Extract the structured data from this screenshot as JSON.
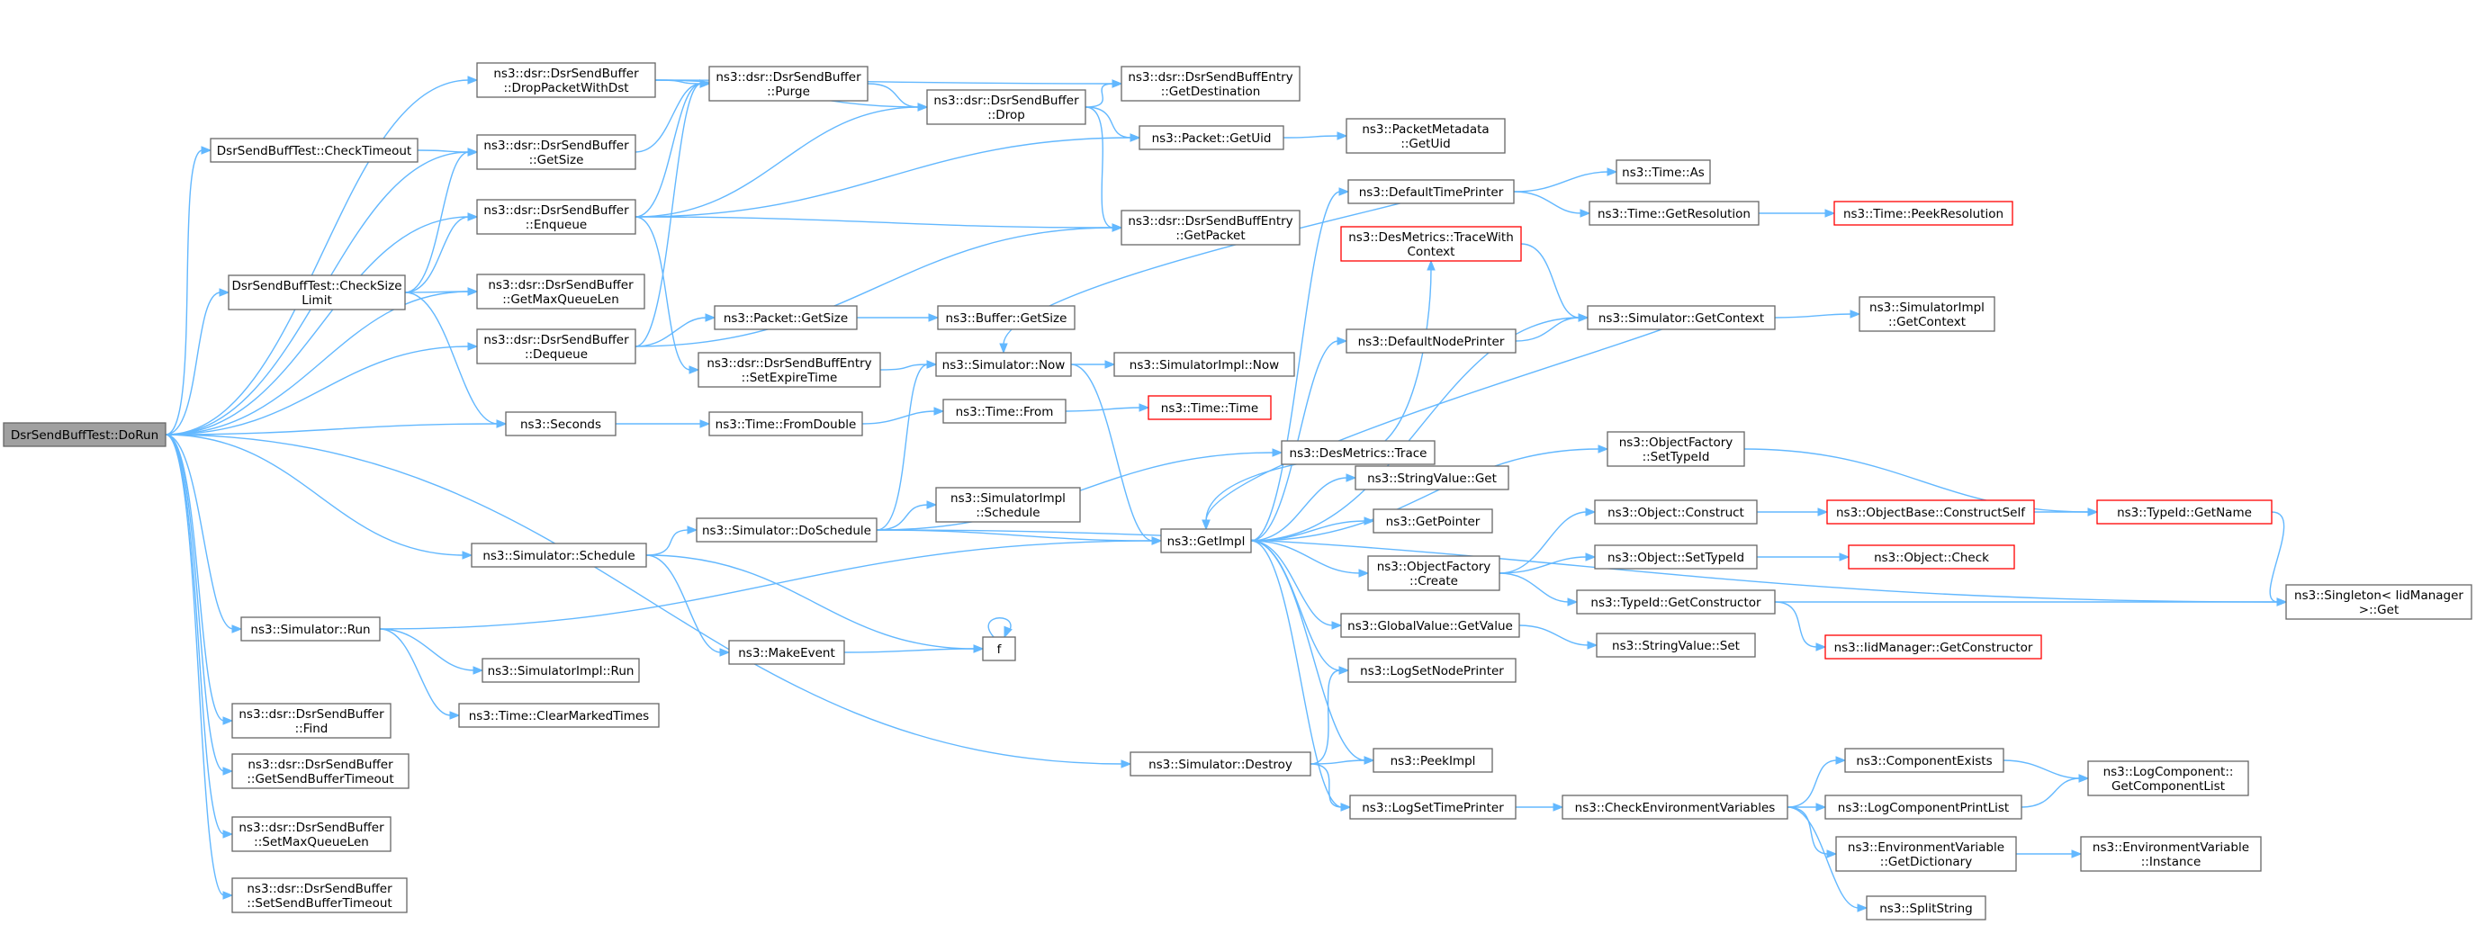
{
  "graph": {
    "nodes": [
      {
        "id": "root",
        "lines": [
          "DsrSendBuffTest::DoRun"
        ],
        "root": true
      },
      {
        "id": "dropPacketWithDst",
        "lines": [
          "ns3::dsr::DsrSendBuffer",
          "::DropPacketWithDst"
        ]
      },
      {
        "id": "checkTimeout",
        "lines": [
          "DsrSendBuffTest::CheckTimeout"
        ]
      },
      {
        "id": "getSize",
        "lines": [
          "ns3::dsr::DsrSendBuffer",
          "::GetSize"
        ]
      },
      {
        "id": "enqueue",
        "lines": [
          "ns3::dsr::DsrSendBuffer",
          "::Enqueue"
        ]
      },
      {
        "id": "checkSizeLimit",
        "lines": [
          "DsrSendBuffTest::CheckSize",
          "Limit"
        ]
      },
      {
        "id": "getMaxQueueLen",
        "lines": [
          "ns3::dsr::DsrSendBuffer",
          "::GetMaxQueueLen"
        ]
      },
      {
        "id": "dequeue",
        "lines": [
          "ns3::dsr::DsrSendBuffer",
          "::Dequeue"
        ]
      },
      {
        "id": "seconds",
        "lines": [
          "ns3::Seconds"
        ]
      },
      {
        "id": "schedule",
        "lines": [
          "ns3::Simulator::Schedule"
        ]
      },
      {
        "id": "run",
        "lines": [
          "ns3::Simulator::Run"
        ]
      },
      {
        "id": "find",
        "lines": [
          "ns3::dsr::DsrSendBuffer",
          "::Find"
        ]
      },
      {
        "id": "getSendBufferTimeout",
        "lines": [
          "ns3::dsr::DsrSendBuffer",
          "::GetSendBufferTimeout"
        ]
      },
      {
        "id": "setMaxQueueLen",
        "lines": [
          "ns3::dsr::DsrSendBuffer",
          "::SetMaxQueueLen"
        ]
      },
      {
        "id": "setSendBufferTimeout",
        "lines": [
          "ns3::dsr::DsrSendBuffer",
          "::SetSendBufferTimeout"
        ]
      },
      {
        "id": "purge",
        "lines": [
          "ns3::dsr::DsrSendBuffer",
          "::Purge"
        ]
      },
      {
        "id": "packetGetSize",
        "lines": [
          "ns3::Packet::GetSize"
        ]
      },
      {
        "id": "setExpireTime",
        "lines": [
          "ns3::dsr::DsrSendBuffEntry",
          "::SetExpireTime"
        ]
      },
      {
        "id": "timeFromDouble",
        "lines": [
          "ns3::Time::FromDouble"
        ]
      },
      {
        "id": "doSchedule",
        "lines": [
          "ns3::Simulator::DoSchedule"
        ]
      },
      {
        "id": "makeEvent",
        "lines": [
          "ns3::MakeEvent"
        ]
      },
      {
        "id": "simImplRun",
        "lines": [
          "ns3::SimulatorImpl::Run"
        ]
      },
      {
        "id": "clearMarkedTimes",
        "lines": [
          "ns3::Time::ClearMarkedTimes"
        ]
      },
      {
        "id": "destroy",
        "lines": [
          "ns3::Simulator::Destroy"
        ]
      },
      {
        "id": "drop",
        "lines": [
          "ns3::dsr::DsrSendBuffer",
          "::Drop"
        ]
      },
      {
        "id": "bufferGetSize",
        "lines": [
          "ns3::Buffer::GetSize"
        ]
      },
      {
        "id": "simNow",
        "lines": [
          "ns3::Simulator::Now"
        ]
      },
      {
        "id": "timeFrom",
        "lines": [
          "ns3::Time::From"
        ]
      },
      {
        "id": "simImplSchedule",
        "lines": [
          "ns3::SimulatorImpl",
          "::Schedule"
        ]
      },
      {
        "id": "f",
        "lines": [
          "f"
        ]
      },
      {
        "id": "getDestination",
        "lines": [
          "ns3::dsr::DsrSendBuffEntry",
          "::GetDestination"
        ]
      },
      {
        "id": "getUid",
        "lines": [
          "ns3::Packet::GetUid"
        ]
      },
      {
        "id": "getPacket",
        "lines": [
          "ns3::dsr::DsrSendBuffEntry",
          "::GetPacket"
        ]
      },
      {
        "id": "simImplNow",
        "lines": [
          "ns3::SimulatorImpl::Now"
        ]
      },
      {
        "id": "timeTime",
        "lines": [
          "ns3::Time::Time"
        ],
        "truncated": true
      },
      {
        "id": "getImpl",
        "lines": [
          "ns3::GetImpl"
        ]
      },
      {
        "id": "defaultTimePrinter",
        "lines": [
          "ns3::DefaultTimePrinter"
        ]
      },
      {
        "id": "traceWithContext",
        "lines": [
          "ns3::DesMetrics::TraceWith",
          "Context"
        ],
        "truncated": true
      },
      {
        "id": "defaultNodePrinter",
        "lines": [
          "ns3::DefaultNodePrinter"
        ]
      },
      {
        "id": "desTrace",
        "lines": [
          "ns3::DesMetrics::Trace"
        ]
      },
      {
        "id": "stringValueGet",
        "lines": [
          "ns3::StringValue::Get"
        ]
      },
      {
        "id": "getPointer",
        "lines": [
          "ns3::GetPointer"
        ]
      },
      {
        "id": "ofCreate",
        "lines": [
          "ns3::ObjectFactory",
          "::Create"
        ]
      },
      {
        "id": "gvGetValue",
        "lines": [
          "ns3::GlobalValue::GetValue"
        ]
      },
      {
        "id": "logSetNodePrinter",
        "lines": [
          "ns3::LogSetNodePrinter"
        ]
      },
      {
        "id": "peekImpl",
        "lines": [
          "ns3::PeekImpl"
        ]
      },
      {
        "id": "logSetTimePrinter",
        "lines": [
          "ns3::LogSetTimePrinter"
        ]
      },
      {
        "id": "metaGetUid",
        "lines": [
          "ns3::PacketMetadata",
          "::GetUid"
        ]
      },
      {
        "id": "timeAs",
        "lines": [
          "ns3::Time::As"
        ]
      },
      {
        "id": "timeGetResolution",
        "lines": [
          "ns3::Time::GetResolution"
        ]
      },
      {
        "id": "simGetContext",
        "lines": [
          "ns3::Simulator::GetContext"
        ]
      },
      {
        "id": "ofSetTypeId",
        "lines": [
          "ns3::ObjectFactory",
          "::SetTypeId"
        ]
      },
      {
        "id": "objConstruct",
        "lines": [
          "ns3::Object::Construct"
        ]
      },
      {
        "id": "objSetTypeId",
        "lines": [
          "ns3::Object::SetTypeId"
        ]
      },
      {
        "id": "typeIdGetConstructor",
        "lines": [
          "ns3::TypeId::GetConstructor"
        ]
      },
      {
        "id": "stringValueSet",
        "lines": [
          "ns3::StringValue::Set"
        ]
      },
      {
        "id": "checkEnvVars",
        "lines": [
          "ns3::CheckEnvironmentVariables"
        ]
      },
      {
        "id": "peekResolution",
        "lines": [
          "ns3::Time::PeekResolution"
        ],
        "truncated": true
      },
      {
        "id": "simImplGetContext",
        "lines": [
          "ns3::SimulatorImpl",
          "::GetContext"
        ]
      },
      {
        "id": "constructSelf",
        "lines": [
          "ns3::ObjectBase::ConstructSelf"
        ],
        "truncated": true
      },
      {
        "id": "objCheck",
        "lines": [
          "ns3::Object::Check"
        ],
        "truncated": true
      },
      {
        "id": "iidGetConstructor",
        "lines": [
          "ns3::IidManager::GetConstructor"
        ],
        "truncated": true
      },
      {
        "id": "componentExists",
        "lines": [
          "ns3::ComponentExists"
        ]
      },
      {
        "id": "logComponentPrintList",
        "lines": [
          "ns3::LogComponentPrintList"
        ]
      },
      {
        "id": "envGetDictionary",
        "lines": [
          "ns3::EnvironmentVariable",
          "::GetDictionary"
        ]
      },
      {
        "id": "splitString",
        "lines": [
          "ns3::SplitString"
        ]
      },
      {
        "id": "typeIdGetName",
        "lines": [
          "ns3::TypeId::GetName"
        ],
        "truncated": true
      },
      {
        "id": "getComponentList",
        "lines": [
          "ns3::LogComponent::",
          "GetComponentList"
        ]
      },
      {
        "id": "envInstance",
        "lines": [
          "ns3::EnvironmentVariable",
          "::Instance"
        ]
      },
      {
        "id": "singletonGet",
        "lines": [
          "ns3::Singleton< IidManager",
          ">::Get"
        ]
      }
    ],
    "edges": [
      [
        "root",
        "dropPacketWithDst"
      ],
      [
        "root",
        "checkTimeout"
      ],
      [
        "root",
        "getSize"
      ],
      [
        "root",
        "enqueue"
      ],
      [
        "root",
        "checkSizeLimit"
      ],
      [
        "root",
        "getMaxQueueLen"
      ],
      [
        "root",
        "dequeue"
      ],
      [
        "root",
        "seconds"
      ],
      [
        "root",
        "schedule"
      ],
      [
        "root",
        "run"
      ],
      [
        "root",
        "find"
      ],
      [
        "root",
        "getSendBufferTimeout"
      ],
      [
        "root",
        "setMaxQueueLen"
      ],
      [
        "root",
        "setSendBufferTimeout"
      ],
      [
        "root",
        "destroy"
      ],
      [
        "dropPacketWithDst",
        "purge"
      ],
      [
        "dropPacketWithDst",
        "drop"
      ],
      [
        "dropPacketWithDst",
        "getDestination"
      ],
      [
        "checkTimeout",
        "getSize"
      ],
      [
        "getSize",
        "purge"
      ],
      [
        "enqueue",
        "purge"
      ],
      [
        "enqueue",
        "drop"
      ],
      [
        "enqueue",
        "getUid"
      ],
      [
        "enqueue",
        "getPacket"
      ],
      [
        "enqueue",
        "setExpireTime"
      ],
      [
        "checkSizeLimit",
        "getSize"
      ],
      [
        "checkSizeLimit",
        "enqueue"
      ],
      [
        "checkSizeLimit",
        "getMaxQueueLen"
      ],
      [
        "checkSizeLimit",
        "seconds"
      ],
      [
        "dequeue",
        "purge"
      ],
      [
        "dequeue",
        "packetGetSize"
      ],
      [
        "dequeue",
        "getPacket"
      ],
      [
        "purge",
        "drop"
      ],
      [
        "drop",
        "getDestination"
      ],
      [
        "drop",
        "getUid"
      ],
      [
        "drop",
        "getPacket"
      ],
      [
        "getUid",
        "metaGetUid"
      ],
      [
        "packetGetSize",
        "bufferGetSize"
      ],
      [
        "setExpireTime",
        "simNow"
      ],
      [
        "seconds",
        "timeFromDouble"
      ],
      [
        "timeFromDouble",
        "timeFrom"
      ],
      [
        "timeFrom",
        "timeTime"
      ],
      [
        "simNow",
        "simImplNow"
      ],
      [
        "simNow",
        "getImpl"
      ],
      [
        "schedule",
        "doSchedule"
      ],
      [
        "schedule",
        "makeEvent"
      ],
      [
        "schedule",
        "f"
      ],
      [
        "doSchedule",
        "simNow"
      ],
      [
        "doSchedule",
        "desTrace"
      ],
      [
        "doSchedule",
        "simImplSchedule"
      ],
      [
        "doSchedule",
        "getImpl"
      ],
      [
        "doSchedule",
        "singletonGet"
      ],
      [
        "makeEvent",
        "f"
      ],
      [
        "f",
        "f"
      ],
      [
        "run",
        "simImplRun"
      ],
      [
        "run",
        "clearMarkedTimes"
      ],
      [
        "run",
        "getImpl"
      ],
      [
        "destroy",
        "logSetNodePrinter"
      ],
      [
        "destroy",
        "peekImpl"
      ],
      [
        "destroy",
        "logSetTimePrinter"
      ],
      [
        "desTrace",
        "traceWithContext"
      ],
      [
        "desTrace",
        "getImpl"
      ],
      [
        "defaultTimePrinter",
        "simNow"
      ],
      [
        "defaultTimePrinter",
        "timeAs"
      ],
      [
        "defaultTimePrinter",
        "timeGetResolution"
      ],
      [
        "timeGetResolution",
        "peekResolution"
      ],
      [
        "traceWithContext",
        "simGetContext"
      ],
      [
        "defaultNodePrinter",
        "simGetContext"
      ],
      [
        "simGetContext",
        "getImpl"
      ],
      [
        "simGetContext",
        "simImplGetContext"
      ],
      [
        "getImpl",
        "defaultTimePrinter"
      ],
      [
        "getImpl",
        "defaultNodePrinter"
      ],
      [
        "getImpl",
        "simGetContext"
      ],
      [
        "getImpl",
        "ofSetTypeId"
      ],
      [
        "getImpl",
        "stringValueGet"
      ],
      [
        "getImpl",
        "getPointer"
      ],
      [
        "getImpl",
        "ofCreate"
      ],
      [
        "getImpl",
        "gvGetValue"
      ],
      [
        "getImpl",
        "logSetNodePrinter"
      ],
      [
        "getImpl",
        "peekImpl"
      ],
      [
        "getImpl",
        "logSetTimePrinter"
      ],
      [
        "ofSetTypeId",
        "typeIdGetName"
      ],
      [
        "ofCreate",
        "objConstruct"
      ],
      [
        "ofCreate",
        "objSetTypeId"
      ],
      [
        "ofCreate",
        "typeIdGetConstructor"
      ],
      [
        "objConstruct",
        "constructSelf"
      ],
      [
        "constructSelf",
        "typeIdGetName"
      ],
      [
        "objSetTypeId",
        "objCheck"
      ],
      [
        "typeIdGetConstructor",
        "iidGetConstructor"
      ],
      [
        "typeIdGetConstructor",
        "singletonGet"
      ],
      [
        "typeIdGetName",
        "singletonGet"
      ],
      [
        "gvGetValue",
        "stringValueSet"
      ],
      [
        "logSetTimePrinter",
        "checkEnvVars"
      ],
      [
        "checkEnvVars",
        "componentExists"
      ],
      [
        "checkEnvVars",
        "logComponentPrintList"
      ],
      [
        "checkEnvVars",
        "envGetDictionary"
      ],
      [
        "checkEnvVars",
        "splitString"
      ],
      [
        "componentExists",
        "getComponentList"
      ],
      [
        "logComponentPrintList",
        "getComponentList"
      ],
      [
        "envGetDictionary",
        "envInstance"
      ]
    ]
  }
}
